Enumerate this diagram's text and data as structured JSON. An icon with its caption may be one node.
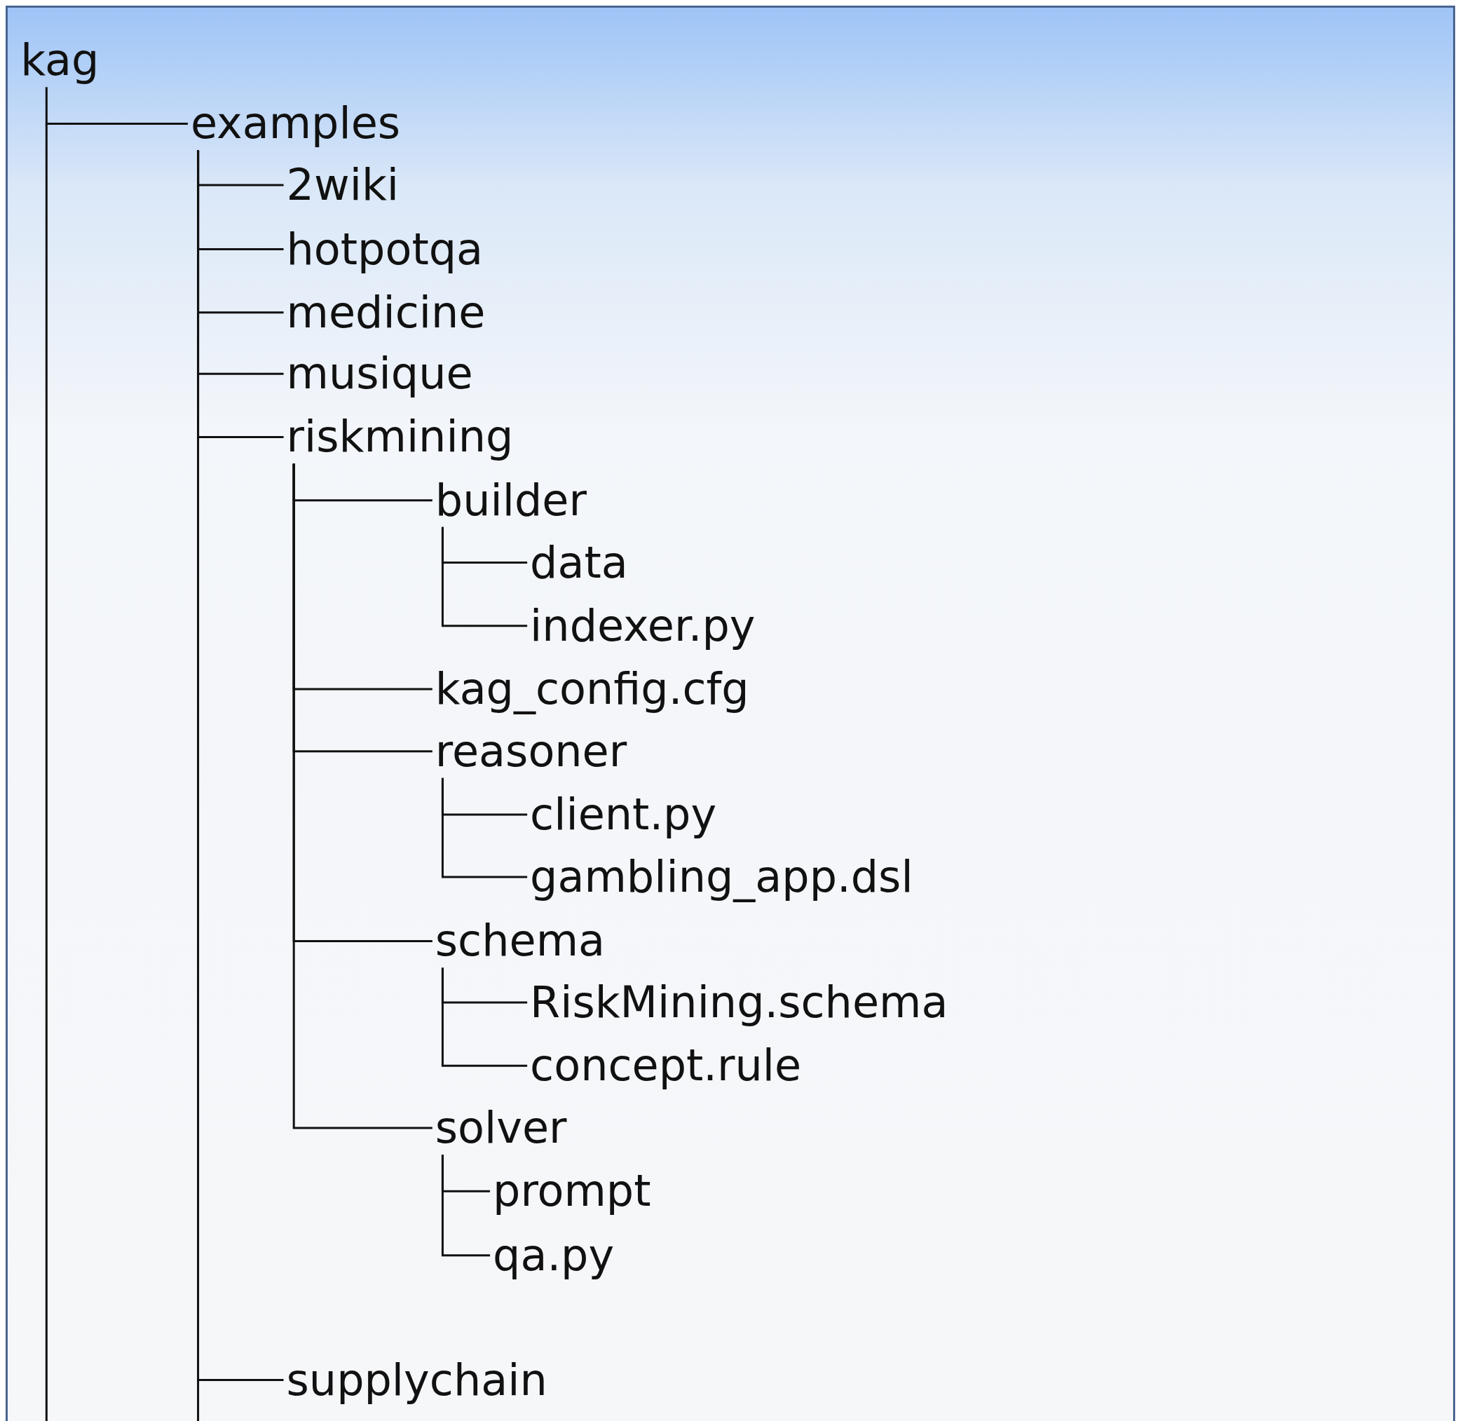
{
  "diagram": {
    "nodes": [
      {
        "text": [
          "kag"
        ]
      },
      {
        "text": [
          "examples"
        ]
      },
      {
        "text": [
          "2wiki"
        ]
      },
      {
        "text": [
          "hotpotqa"
        ]
      },
      {
        "text": [
          "medicine"
        ]
      },
      {
        "text": [
          "musique"
        ]
      },
      {
        "text": [
          "riskmining"
        ]
      },
      {
        "text": [
          "builder"
        ]
      },
      {
        "text": [
          "data"
        ]
      },
      {
        "text": [
          "indexer.py"
        ]
      },
      {
        "text": [
          "kag_config.cfg"
        ]
      },
      {
        "text": [
          "reasoner"
        ]
      },
      {
        "text": [
          "client.py"
        ]
      },
      {
        "text": [
          "gambling_app.dsl"
        ]
      },
      {
        "text": [
          "schema"
        ]
      },
      {
        "text": [
          "RiskMining.schema"
        ]
      },
      {
        "text": [
          "concept.rule"
        ]
      },
      {
        "text": [
          "solver"
        ]
      },
      {
        "text": [
          "prompt"
        ]
      },
      {
        "text": [
          "qa.py"
        ]
      },
      {
        "text": [
          "supplychain"
        ]
      }
    ],
    "edges": [
      {
        "from": 0,
        "to": 1,
        "arrow": "none"
      },
      {
        "from": 1,
        "to": 2,
        "arrow": "none"
      },
      {
        "from": 1,
        "to": 3,
        "arrow": "none"
      },
      {
        "from": 1,
        "to": 4,
        "arrow": "none"
      },
      {
        "from": 1,
        "to": 5,
        "arrow": "none"
      },
      {
        "from": 1,
        "to": 6,
        "arrow": "none"
      },
      {
        "from": 6,
        "to": 7,
        "arrow": "none"
      },
      {
        "from": 7,
        "to": 8,
        "arrow": "none"
      },
      {
        "from": 7,
        "to": 9,
        "arrow": "none"
      },
      {
        "from": 6,
        "to": 10,
        "arrow": "none"
      },
      {
        "from": 6,
        "to": 11,
        "arrow": "none"
      },
      {
        "from": 11,
        "to": 12,
        "arrow": "none"
      },
      {
        "from": 11,
        "to": 13,
        "arrow": "none"
      },
      {
        "from": 6,
        "to": 14,
        "arrow": "none"
      },
      {
        "from": 14,
        "to": 15,
        "arrow": "none"
      },
      {
        "from": 14,
        "to": 16,
        "arrow": "none"
      },
      {
        "from": 6,
        "to": 17,
        "arrow": "none"
      },
      {
        "from": 17,
        "to": 18,
        "arrow": "none"
      },
      {
        "from": 17,
        "to": 19,
        "arrow": "none"
      },
      {
        "from": 1,
        "to": 20,
        "arrow": "none"
      }
    ]
  }
}
